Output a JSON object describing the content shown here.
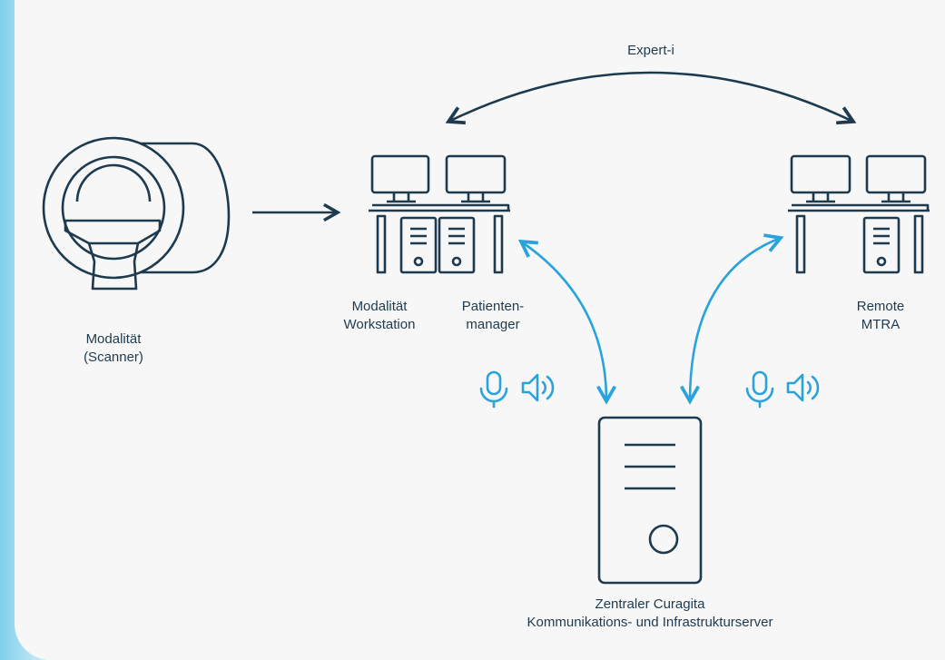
{
  "link_label": "Expert-i",
  "nodes": {
    "scanner": {
      "line1": "Modalität",
      "line2": "(Scanner)"
    },
    "modality_workstation": {
      "line1": "Modalität",
      "line2": "Workstation"
    },
    "patient_manager": {
      "line1": "Patienten-",
      "line2": "manager"
    },
    "remote_mtra": {
      "line1": "Remote",
      "line2": "MTRA"
    },
    "server": {
      "line1": "Zentraler Curagita",
      "line2": "Kommunikations- und Infrastrukturserver"
    }
  },
  "icons": [
    "mri-scanner-icon",
    "workstation-icon",
    "server-icon",
    "microphone-icon",
    "speaker-icon"
  ],
  "colors": {
    "line": "#1d3a4f",
    "accent": "#2aa3dc",
    "card": "#f7f7f7"
  }
}
